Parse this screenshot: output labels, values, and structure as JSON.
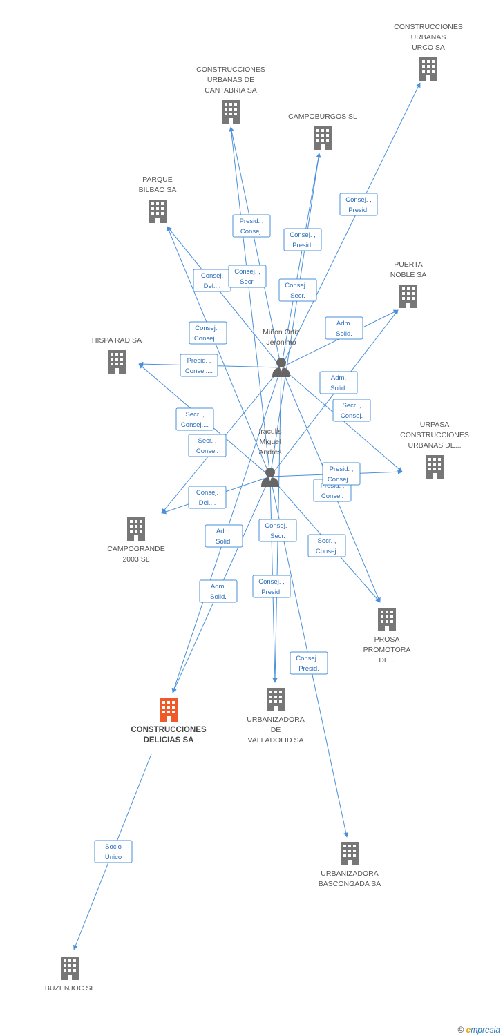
{
  "colors": {
    "edge": "#4a90d9",
    "company": "#777777",
    "company_focus": "#f05a28",
    "person": "#666666",
    "label_text": "#2a6cb8"
  },
  "nodes": [
    {
      "id": "urco",
      "type": "company",
      "lines": [
        "CONSTRUCCIONES",
        "URBANAS",
        "URCO SA"
      ]
    },
    {
      "id": "cantabria",
      "type": "company",
      "lines": [
        "CONSTRUCCIONES",
        "URBANAS DE",
        "CANTABRIA SA"
      ]
    },
    {
      "id": "campoburgos",
      "type": "company",
      "lines": [
        "CAMPOBURGOS SL"
      ]
    },
    {
      "id": "parque",
      "type": "company",
      "lines": [
        "PARQUE",
        "BILBAO SA"
      ]
    },
    {
      "id": "puerta",
      "type": "company",
      "lines": [
        "PUERTA",
        "NOBLE SA"
      ]
    },
    {
      "id": "hispa",
      "type": "company",
      "lines": [
        "HISPA RAD SA"
      ]
    },
    {
      "id": "urpasa",
      "type": "company",
      "lines": [
        "URPASA",
        "CONSTRUCCIONES",
        "URBANAS DE..."
      ]
    },
    {
      "id": "campogrande",
      "type": "company",
      "lines": [
        "CAMPOGRANDE",
        "2003 SL"
      ]
    },
    {
      "id": "prosa",
      "type": "company",
      "lines": [
        "PROSA",
        "PROMOTORA",
        "DE..."
      ]
    },
    {
      "id": "delicias",
      "type": "company_focus",
      "lines": [
        "CONSTRUCCIONES",
        "DELICIAS SA"
      ]
    },
    {
      "id": "valladolid",
      "type": "company",
      "lines": [
        "URBANIZADORA",
        "DE",
        "VALLADOLID SA"
      ]
    },
    {
      "id": "bascongada",
      "type": "company",
      "lines": [
        "URBANIZADORA",
        "BASCONGADA SA"
      ]
    },
    {
      "id": "buzenjoc",
      "type": "company",
      "lines": [
        "BUZENJOC SL"
      ]
    },
    {
      "id": "minon",
      "type": "person",
      "lines": [
        "Miñon Ortiz",
        "Jeronimo"
      ]
    },
    {
      "id": "iraculis",
      "type": "person",
      "lines": [
        "Iraculis",
        "Miguel",
        "Andres"
      ]
    }
  ],
  "edges": [
    {
      "from": "minon",
      "to": "urco",
      "lines": [
        "Consej. ,",
        "Presid."
      ]
    },
    {
      "from": "minon",
      "to": "cantabria",
      "lines": [
        "Presid. ,",
        "Consej."
      ]
    },
    {
      "from": "minon",
      "to": "campoburgos",
      "lines": [
        "Consej. ,",
        "Presid."
      ]
    },
    {
      "from": "minon",
      "to": "parque",
      "lines": [
        "Consej.",
        "Del...."
      ]
    },
    {
      "from": "minon",
      "to": "puerta",
      "lines": [
        "Adm.",
        "Solid."
      ]
    },
    {
      "from": "minon",
      "to": "hispa",
      "lines": [
        "Presid. ,",
        "Consej...."
      ]
    },
    {
      "from": "minon",
      "to": "urpasa",
      "lines": [
        "Secr. ,",
        "Consej."
      ]
    },
    {
      "from": "minon",
      "to": "prosa",
      "lines": [
        "Presid. ,",
        "Consej."
      ]
    },
    {
      "from": "minon",
      "to": "delicias",
      "lines": [
        "Adm.",
        "Solid."
      ]
    },
    {
      "from": "minon",
      "to": "valladolid",
      "lines": [
        "Consej. ,",
        "Presid."
      ]
    },
    {
      "from": "minon",
      "to": "campogrande",
      "lines": [
        "Secr. ,",
        "Consej."
      ]
    },
    {
      "from": "iraculis",
      "to": "cantabria",
      "lines": [
        "Consej. ,",
        "Secr."
      ]
    },
    {
      "from": "iraculis",
      "to": "campoburgos",
      "lines": [
        "Consej. ,",
        "Secr."
      ]
    },
    {
      "from": "iraculis",
      "to": "parque",
      "lines": [
        "Consej. ,",
        "Consej...."
      ]
    },
    {
      "from": "iraculis",
      "to": "puerta",
      "lines": [
        "Adm.",
        "Solid."
      ]
    },
    {
      "from": "iraculis",
      "to": "hispa",
      "lines": [
        "Secr. ,",
        "Consej...."
      ]
    },
    {
      "from": "iraculis",
      "to": "urpasa",
      "lines": [
        "Presid. ,",
        "Consej...."
      ]
    },
    {
      "from": "iraculis",
      "to": "campogrande",
      "lines": [
        "Consej.",
        "Del...."
      ]
    },
    {
      "from": "iraculis",
      "to": "prosa",
      "lines": [
        "Secr. ,",
        "Consej."
      ]
    },
    {
      "from": "iraculis",
      "to": "delicias",
      "lines": [
        "Adm.",
        "Solid."
      ]
    },
    {
      "from": "iraculis",
      "to": "valladolid",
      "lines": [
        "Consej. ,",
        "Secr."
      ]
    },
    {
      "from": "iraculis",
      "to": "bascongada",
      "lines": [
        "Consej. ,",
        "Presid."
      ]
    },
    {
      "from": "delicias",
      "to": "buzenjoc",
      "lines": [
        "Socio",
        "Único"
      ]
    }
  ],
  "footer": {
    "copyright": "©",
    "brand_e": "e",
    "brand_rest": "mpresia"
  }
}
